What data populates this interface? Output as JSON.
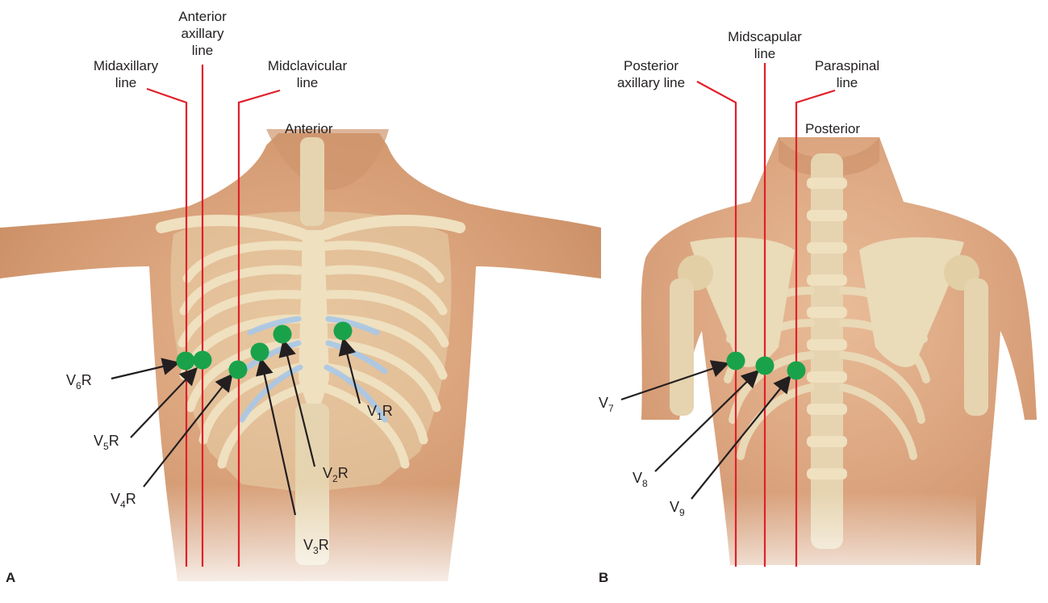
{
  "panels": [
    {
      "letter": "A",
      "view": "Anterior",
      "lines": [
        "Midaxillary line",
        "Anterior axillary line",
        "Midclavicular line"
      ],
      "line_label_rows": {
        "midaxillary": [
          "Midaxillary",
          "line"
        ],
        "anterior_axillary": [
          "Anterior",
          "axillary",
          "line"
        ],
        "midclavicular": [
          "Midclavicular",
          "line"
        ]
      },
      "leads": [
        {
          "base": "V",
          "sub": "6",
          "suffix": "R"
        },
        {
          "base": "V",
          "sub": "5",
          "suffix": "R"
        },
        {
          "base": "V",
          "sub": "4",
          "suffix": "R"
        },
        {
          "base": "V",
          "sub": "3",
          "suffix": "R"
        },
        {
          "base": "V",
          "sub": "2",
          "suffix": "R"
        },
        {
          "base": "V",
          "sub": "1",
          "suffix": "R"
        }
      ]
    },
    {
      "letter": "B",
      "view": "Posterior",
      "lines": [
        "Posterior axillary line",
        "Midscapular line",
        "Paraspinal line"
      ],
      "line_label_rows": {
        "posterior_axillary": [
          "Posterior",
          "axillary line"
        ],
        "midscapular": [
          "Midscapular",
          "line"
        ],
        "paraspinal": [
          "Paraspinal",
          "line"
        ]
      },
      "leads": [
        {
          "base": "V",
          "sub": "7",
          "suffix": ""
        },
        {
          "base": "V",
          "sub": "8",
          "suffix": ""
        },
        {
          "base": "V",
          "sub": "9",
          "suffix": ""
        }
      ]
    }
  ],
  "colors": {
    "reference_line": "#e0202a",
    "electrode": "#1aa24a",
    "arrow": "#231f20",
    "skin": "#d9a37e",
    "bone": "#efe0bf",
    "cartilage": "#a9c8e8"
  }
}
